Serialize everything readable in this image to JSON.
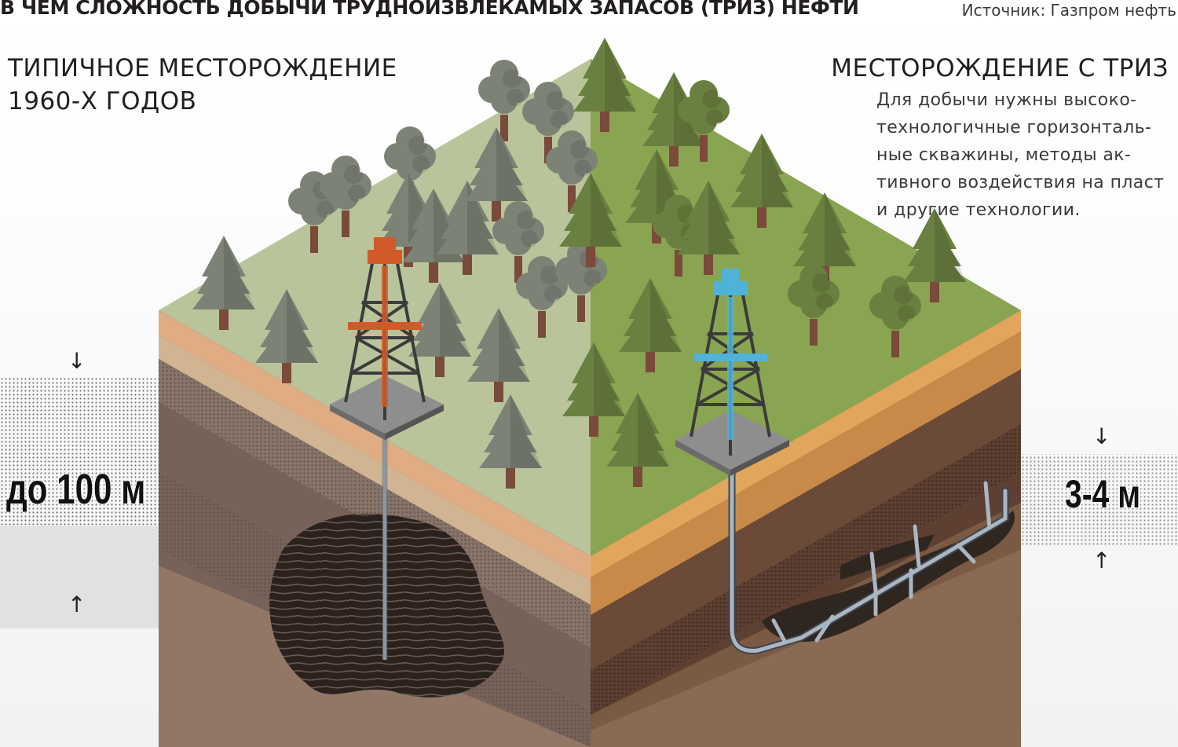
{
  "title": "В ЧЕМ СЛОЖНОСТЬ ДОБЫЧИ ТРУДНОИЗВЛЕКАМЫХ ЗАПАСОВ (ТРИЗ) НЕФТИ",
  "source": "Источник: Газпром нефть",
  "left_panel": {
    "heading": "ТИПИЧНОЕ МЕСТОРОЖДЕНИЕ 1960-Х ГОДОВ",
    "reservoir_thickness": "до 100 м"
  },
  "right_panel": {
    "heading": "МЕСТОРОЖДЕНИЕ С ТРИЗ",
    "description": "Для добычи нужны высоко-технологичные горизонталь-ные скважины, методы ак-тивного воздействия на пласт и другие технологии.",
    "reservoir_thickness": "3-4 м"
  },
  "icons": [
    "down-arrow-icon",
    "up-arrow-icon",
    "drilling-rig-icon",
    "spruce-tree-icon",
    "deciduous-tree-icon"
  ],
  "colors": {
    "left_surface": "#b9c49b",
    "right_surface": "#8aa552",
    "rig_left_accent": "#d25a2a",
    "rig_right_accent": "#4fb3d9",
    "oil": "#2a211c"
  }
}
